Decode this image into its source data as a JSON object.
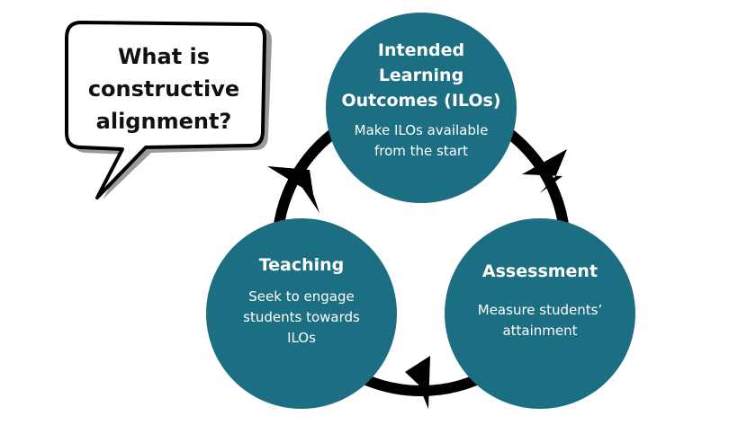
{
  "speech_bubble": {
    "lines": [
      "What is",
      "constructive",
      "alignment?"
    ]
  },
  "cycle": {
    "colors": {
      "node_fill": "#1c6e82",
      "ring": "#000000",
      "text": "#ffffff"
    },
    "nodes": [
      {
        "id": "ilo",
        "title_lines": [
          "Intended",
          "Learning",
          "Outcomes (ILOs)"
        ],
        "desc_lines": [
          "Make ILOs available",
          "from the start"
        ]
      },
      {
        "id": "assessment",
        "title_lines": [
          "Assessment"
        ],
        "desc_lines": [
          "Measure students’",
          "attainment"
        ]
      },
      {
        "id": "teaching",
        "title_lines": [
          "Teaching"
        ],
        "desc_lines": [
          "Seek to engage",
          "students towards",
          "ILOs"
        ]
      }
    ],
    "arrows": [
      {
        "from": "ilo",
        "to": "assessment",
        "icon": "arrowhead-icon"
      },
      {
        "from": "assessment",
        "to": "teaching",
        "icon": "arrowhead-icon"
      },
      {
        "from": "teaching",
        "to": "ilo",
        "icon": "arrowhead-icon"
      }
    ]
  }
}
